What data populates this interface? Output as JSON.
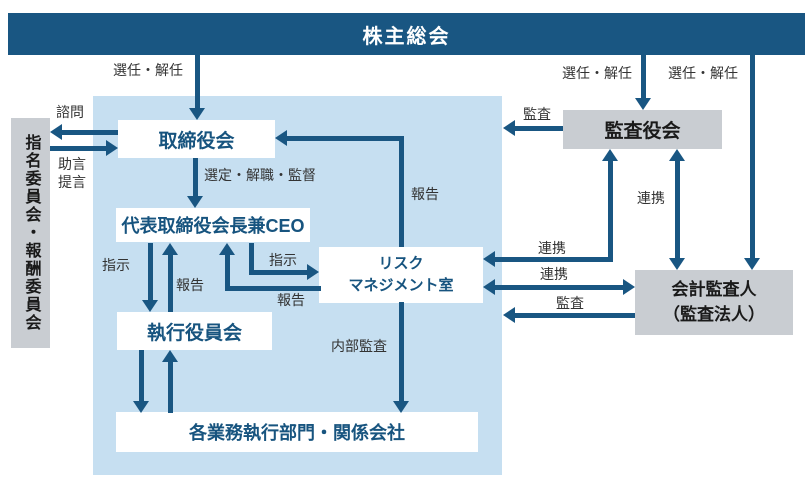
{
  "nodes": {
    "shareholders": "株主総会",
    "committee": "指名委員会・報酬委員会",
    "board": "取締役会",
    "ceo": "代表取締役会長兼CEO",
    "risk": "リスク\nマネジメント室",
    "exec": "執行役員会",
    "departments": "各業務執行部門・関係会社",
    "audit_board": "監査役会",
    "accounting_auditor": "会計監査人\n（監査法人）"
  },
  "labels": {
    "elect_board": "選任・解任",
    "elect_audit_board": "選任・解任",
    "elect_accounting": "選任・解任",
    "consult": "諮問",
    "advice": "助言\n提言",
    "appoint_supervise": "選定・解職・監督",
    "audit_board_to_group": "監査",
    "report_risk_to_board": "報告",
    "instruct_exec": "指示",
    "report_exec": "報告",
    "instruct_risk": "指示",
    "report_risk_to_ceo": "報告",
    "internal_audit": "内部監査",
    "coop_audit_accounting": "連携",
    "coop_risk_audit": "連携",
    "coop_risk_accounting": "連携",
    "audit_accounting_to_group": "監査"
  },
  "colors": {
    "navy": "#195682",
    "panel_blue": "#c6dff1",
    "box_gray": "#c9cdd2",
    "node_text": "#17547f",
    "label_text": "#333333"
  }
}
